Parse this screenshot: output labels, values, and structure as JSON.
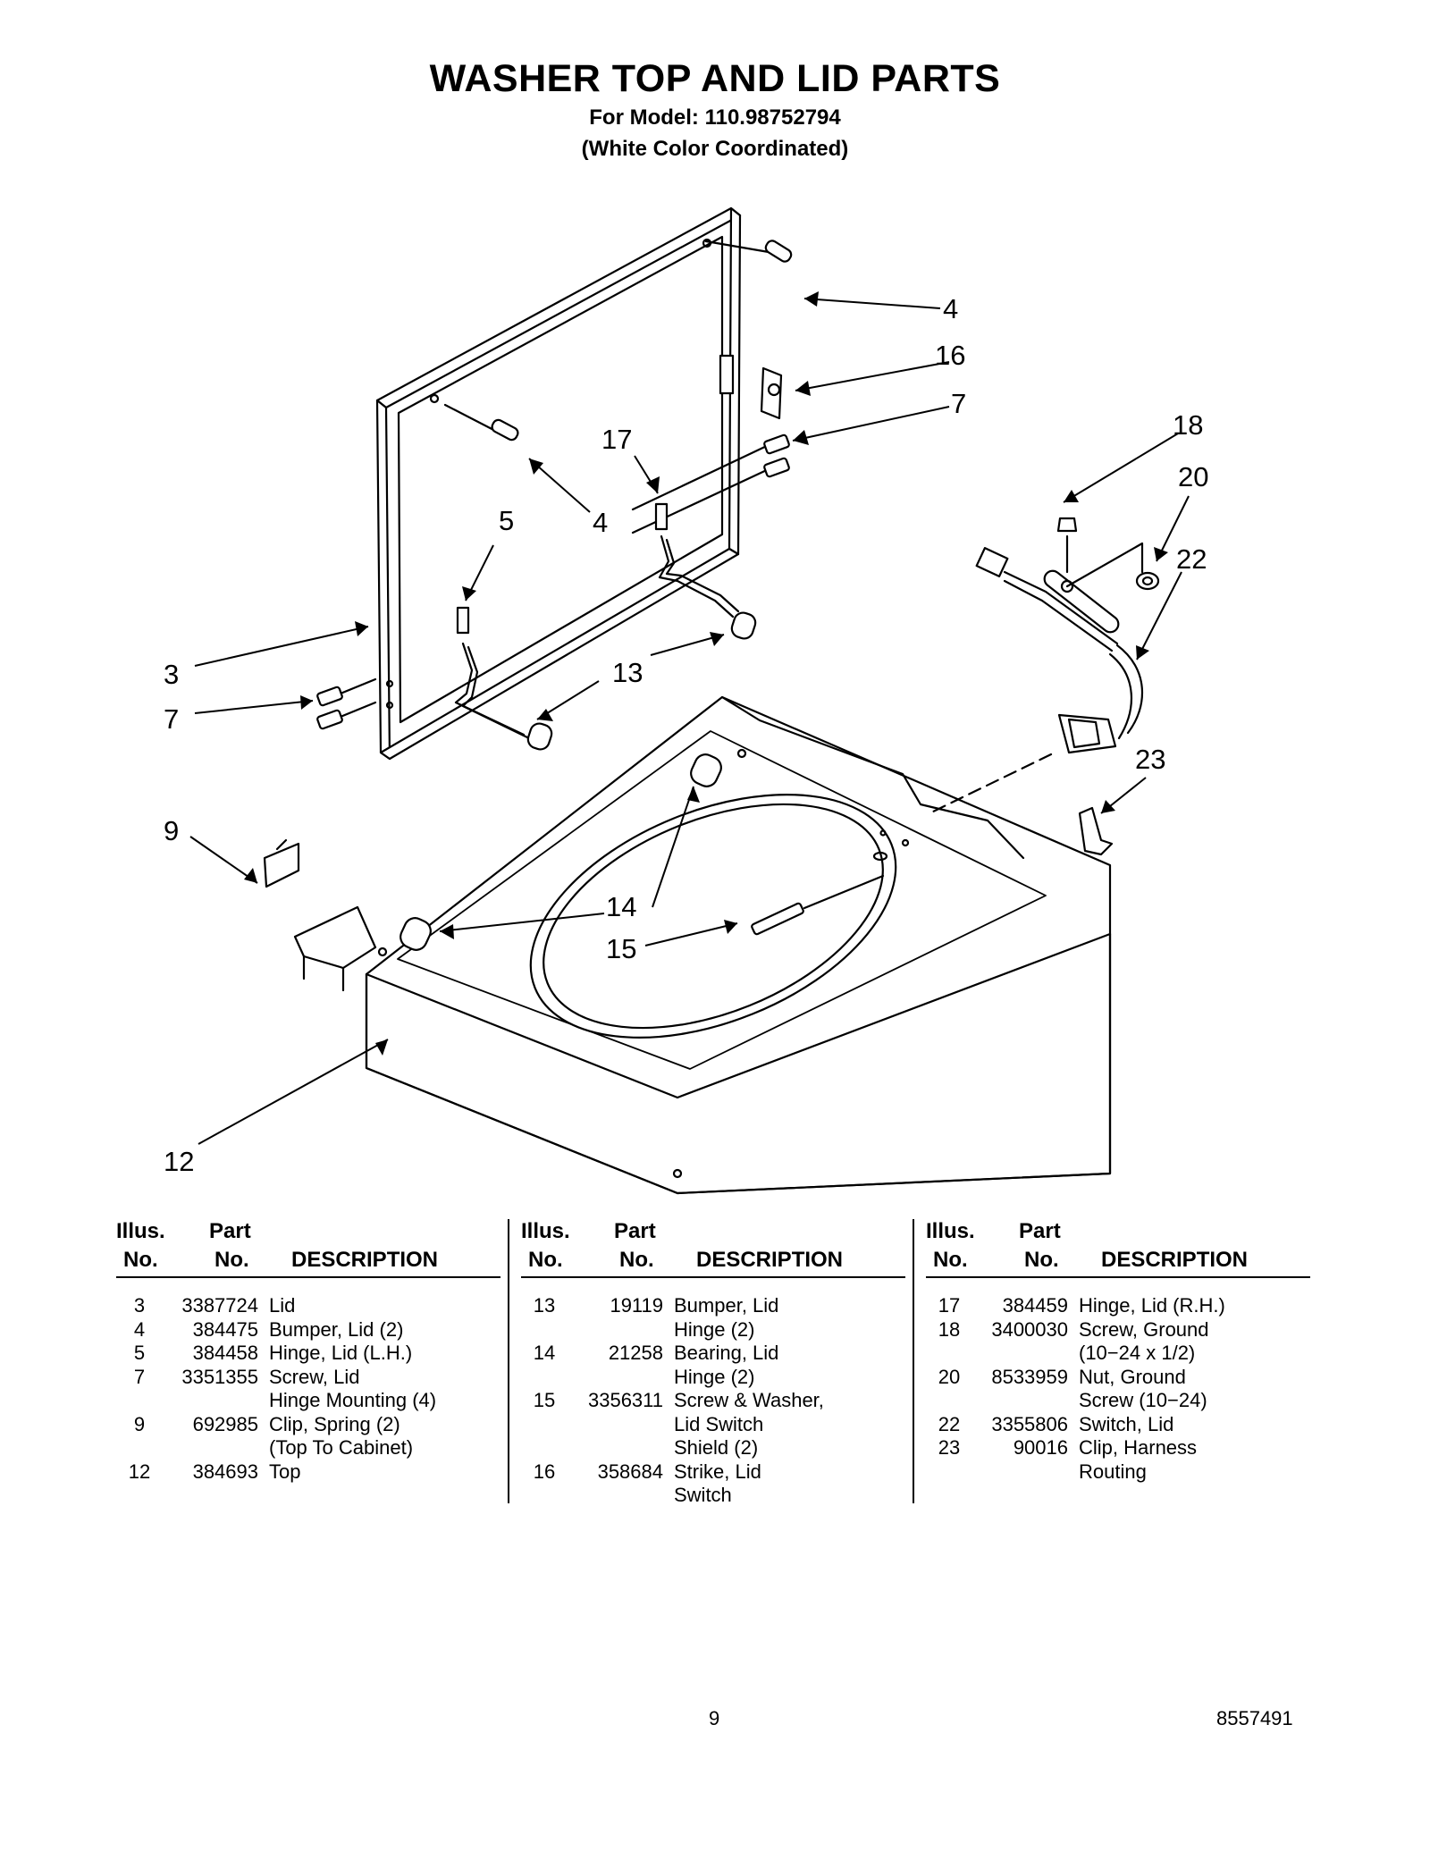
{
  "header": {
    "title": "WASHER TOP AND LID PARTS",
    "model_line": "For Model: 110.98752794",
    "color_line": "(White Color Coordinated)"
  },
  "diagram": {
    "callouts": [
      "4",
      "16",
      "7",
      "17",
      "5",
      "4",
      "3",
      "7",
      "13",
      "18",
      "20",
      "22",
      "23",
      "9",
      "14",
      "15",
      "12"
    ]
  },
  "table": {
    "headers": {
      "illus_line1": "Illus.",
      "illus_line2": "No.",
      "part_line1": "Part",
      "part_line2": "No.",
      "description": "DESCRIPTION"
    },
    "columns": [
      [
        {
          "illus": "3",
          "part": "3387724",
          "desc": "Lid"
        },
        {
          "illus": "4",
          "part": "384475",
          "desc": "Bumper, Lid (2)"
        },
        {
          "illus": "5",
          "part": "384458",
          "desc": "Hinge, Lid (L.H.)"
        },
        {
          "illus": "7",
          "part": "3351355",
          "desc": "Screw, Lid\nHinge Mounting (4)"
        },
        {
          "illus": "9",
          "part": "692985",
          "desc": "Clip, Spring (2)\n(Top To Cabinet)"
        },
        {
          "illus": "12",
          "part": "384693",
          "desc": "Top"
        }
      ],
      [
        {
          "illus": "13",
          "part": "19119",
          "desc": "Bumper, Lid\nHinge (2)"
        },
        {
          "illus": "14",
          "part": "21258",
          "desc": "Bearing, Lid\nHinge (2)"
        },
        {
          "illus": "15",
          "part": "3356311",
          "desc": "Screw & Washer,\nLid Switch\nShield (2)"
        },
        {
          "illus": "16",
          "part": "358684",
          "desc": "Strike, Lid\nSwitch"
        }
      ],
      [
        {
          "illus": "17",
          "part": "384459",
          "desc": "Hinge, Lid (R.H.)"
        },
        {
          "illus": "18",
          "part": "3400030",
          "desc": "Screw, Ground\n(10−24 x 1/2)"
        },
        {
          "illus": "20",
          "part": "8533959",
          "desc": "Nut, Ground\nScrew (10−24)"
        },
        {
          "illus": "22",
          "part": "3355806",
          "desc": "Switch, Lid"
        },
        {
          "illus": "23",
          "part": "90016",
          "desc": "Clip, Harness\nRouting"
        }
      ]
    ]
  },
  "footer": {
    "page_number": "9",
    "document_number": "8557491"
  }
}
